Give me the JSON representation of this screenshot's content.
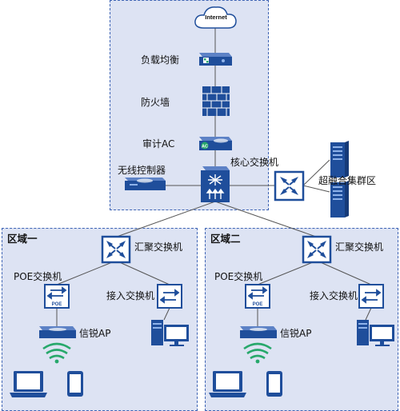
{
  "internet": "Internet",
  "core_area": {
    "load_balancer": "负载均衡",
    "firewall": "防火墙",
    "audit_ac": "审计AC",
    "audit_ac_badge": "AC",
    "wireless_controller": "无线控制器",
    "core_switch": "核心交换机"
  },
  "hyper_cluster": "超融合集群区",
  "zones": [
    {
      "title": "区域一",
      "aggregation_switch": "汇聚交换机",
      "poe_switch": "POE交换机",
      "poe_badge": "POE",
      "access_switch": "接入交换机",
      "ap": "信锐AP"
    },
    {
      "title": "区域二",
      "aggregation_switch": "汇聚交换机",
      "poe_switch": "POE交换机",
      "poe_badge": "POE",
      "access_switch": "接入交换机",
      "ap": "信锐AP"
    }
  ],
  "colors": {
    "area_fill": "#dde3f3",
    "area_border": "#3d63b4",
    "device_blue": "#1f4e9b",
    "wifi_green": "#27a86b"
  }
}
